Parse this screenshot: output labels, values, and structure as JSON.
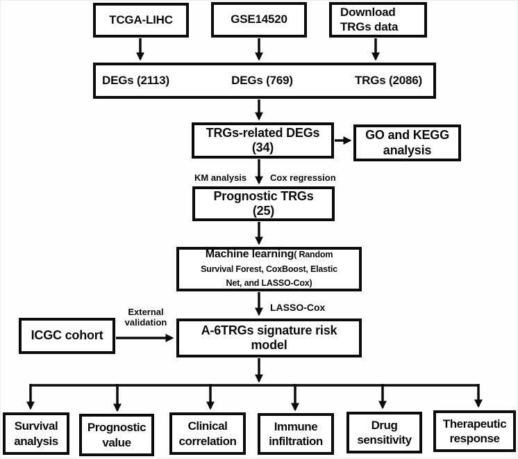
{
  "figure": {
    "background_color": "#fdfdfd",
    "ink_color": "#0b0b0b",
    "box_fill_color": "#ffffff"
  },
  "boxes": {
    "tcga": {
      "label": "TCGA-LIHC"
    },
    "gse": {
      "label": "GSE14520"
    },
    "download_trgs": {
      "line1": "Download",
      "line2": "TRGs data"
    },
    "degs_row": {
      "cells": [
        "DEGs (2113)",
        "DEGs (769)",
        "TRGs (2086)"
      ]
    },
    "trgs_related_degs": {
      "line1": "TRGs-related DEGs",
      "line2": "(34)"
    },
    "go_kegg": {
      "line1": "GO and KEGG",
      "line2": "analysis"
    },
    "prognostic_trgs": {
      "line1": "Prognostic TRGs",
      "line2": "(25)"
    },
    "machine_learning": {
      "title": "Machine learning",
      "title_suffix": "( Random",
      "detail_line2": "Survival Forest, CoxBoost, Elastic",
      "detail_line3": "Net, and LASSO-Cox)"
    },
    "icgc": {
      "label": "ICGC cohort"
    },
    "risk_model": {
      "line1": "A-6TRGs signature risk",
      "line2": "model"
    },
    "outcomes": [
      {
        "line1": "Survival",
        "line2": "analysis"
      },
      {
        "line1": "Prognostic",
        "line2": "value"
      },
      {
        "line1": "Clinical",
        "line2": "correlation"
      },
      {
        "line1": "Immune",
        "line2": "infiltration"
      },
      {
        "line1": "Drug",
        "line2": "sensitivity"
      },
      {
        "line1": "Therapeutic",
        "line2": "response"
      }
    ]
  },
  "edge_labels": {
    "km": "KM analysis",
    "cox": "Cox regression",
    "lasso": "LASSO-Cox",
    "external_line1": "External",
    "external_line2": "validation"
  }
}
